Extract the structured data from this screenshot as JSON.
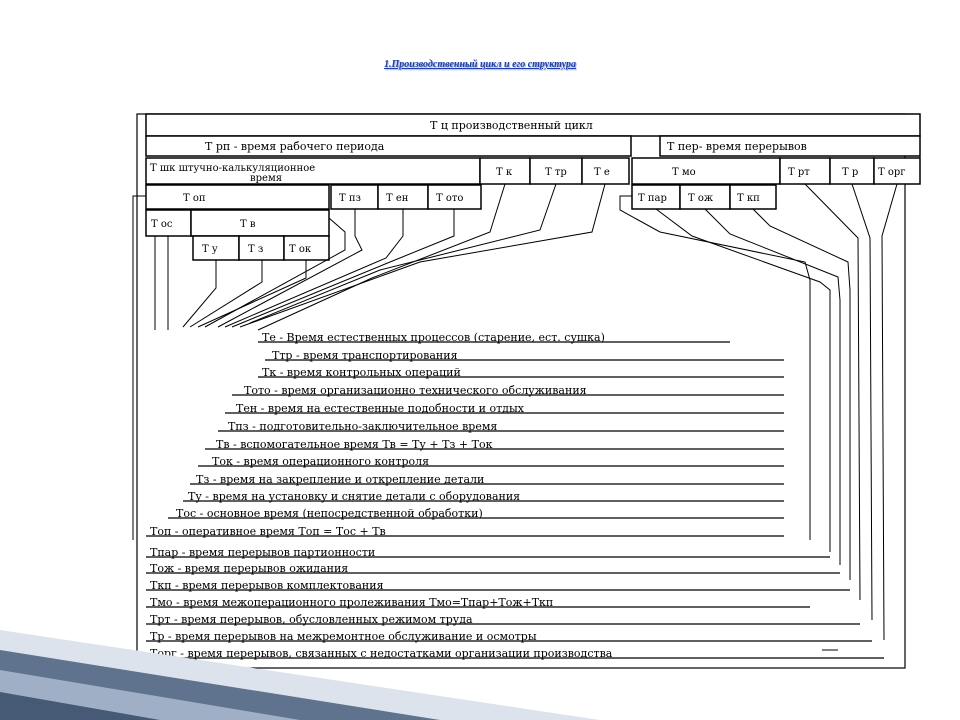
{
  "title": "1.Производственный цикл и его структура",
  "cells": {
    "tc": "Т ц  производственный цикл",
    "trp": "Т рп - время рабочего периода",
    "tper": "Т пер- время перерывов",
    "tsht": "Т шк  штучно-калькуляционное",
    "tsht2": "время",
    "tk": "Т к",
    "ttr": "Т тр",
    "te": "Т е",
    "tmo": "Т мо",
    "trt": "Т рт",
    "tr": "Т р",
    "torg": "Т орг",
    "top": "Т оп",
    "tpz": "Т пз",
    "ten": "Т ен",
    "toto": "Т ото",
    "tpar": "Т пар",
    "tozh": "Т ож",
    "tkp": "Т кп",
    "tos": "Т ос",
    "tv": "Т в",
    "tu": "Т у",
    "tz": "Т з",
    "tok": "Т ок"
  },
  "legend": [
    "Те - Время естественных процессов (старение, ест. сушка)",
    "Ттр - время транспортирования",
    "Тк - время контрольных операций",
    "Тото - время организационно технического обслуживания",
    "Тен - время на естественные подобности и отдых",
    "Тпз - подготовительно-заключительное время",
    "Тв - вспомогательное время Тв = Ту + Тз + Ток",
    "Ток - время операционного контроля",
    "Тз - время на закрепление и открепление детали",
    "Ту - время на установку и снятие детали с оборудования",
    "Тос - основное время (непосредственной обработки)",
    "Топ - оперативное время Топ = Тос + Тв",
    "Тпар - время перерывов партионности",
    "Тож - время перерывов ожидания",
    "Ткп - время перерывов комплектования",
    "Тмо - время межоперационного пролеживания Тмо=Тпар+Тож+Ткп",
    "Трт - время перерывов, обусловленных режимом труда",
    "Тр - время перерывов на межремонтное обслуживание и осмотры",
    "Торг - время перерывов, связанных с недостатками организации производства"
  ]
}
